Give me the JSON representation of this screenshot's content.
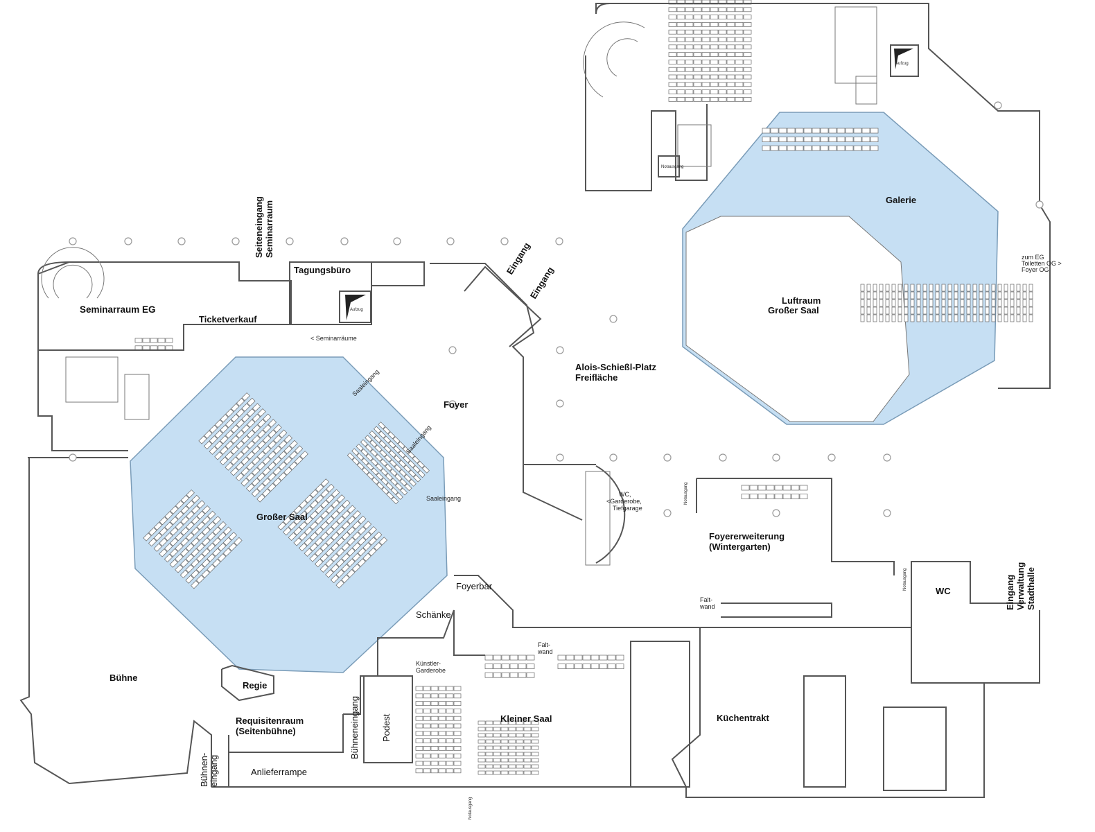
{
  "labels": {
    "seiteneingang_1": "Seiteneingang",
    "seiteneingang_2": "Seminarraum",
    "seminarraum_eg": "Seminarraum EG",
    "ticketverkauf": "Ticketverkauf",
    "tagungsbuero": "Tagungsbüro",
    "aufzug": "Aufzug",
    "seminarraeume": "<  Seminarräume",
    "eingang": "Eingang",
    "saaleingang": "Saaleingang",
    "foyer": "Foyer",
    "platz_1": "Alois-Schießl-Platz",
    "platz_2": "Freifläche",
    "grosser_saal": "Großer Saal",
    "galerie": "Galerie",
    "luftraum_1": "Luftraum",
    "luftraum_2": "Großer Saal",
    "zum_eg_1": "zum EG",
    "zum_eg_2": "Toiletten OG >",
    "zum_eg_3": "Foyer OG",
    "wc_garderobe_1": "WC,",
    "wc_garderobe_2": "<Garderobe,",
    "wc_garderobe_3": "Tiefgarage",
    "notausgang": "Notausgang",
    "foyererweiterung_1": "Foyererweiterung",
    "foyererweiterung_2": "(Wintergarten)",
    "foyerbar": "Foyerbar",
    "schaenke": "Schänke",
    "faltwand_1": "Falt-",
    "faltwand_2": "wand",
    "kuenstler_1": "Künstler-",
    "kuenstler_2": "Garderobe",
    "buehne": "Bühne",
    "regie": "Regie",
    "requisiten_1": "Requisitenraum",
    "requisiten_2": "(Seitenbühne)",
    "buehneneingang": "Bühneneingang",
    "buehnen_1": "Bühnen-",
    "buehnen_2": "eingang",
    "podest": "Podest",
    "kleiner_saal": "Kleiner Saal",
    "kuechentrakt": "Küchentrakt",
    "anlieferrampe": "Anlieferrampe",
    "wc": "WC",
    "verwaltung_1": "Eingang",
    "verwaltung_2": "Verwaltung",
    "verwaltung_3": "Stadthalle"
  },
  "colors": {
    "hall": "#c6dff3",
    "wall": "#555555"
  }
}
